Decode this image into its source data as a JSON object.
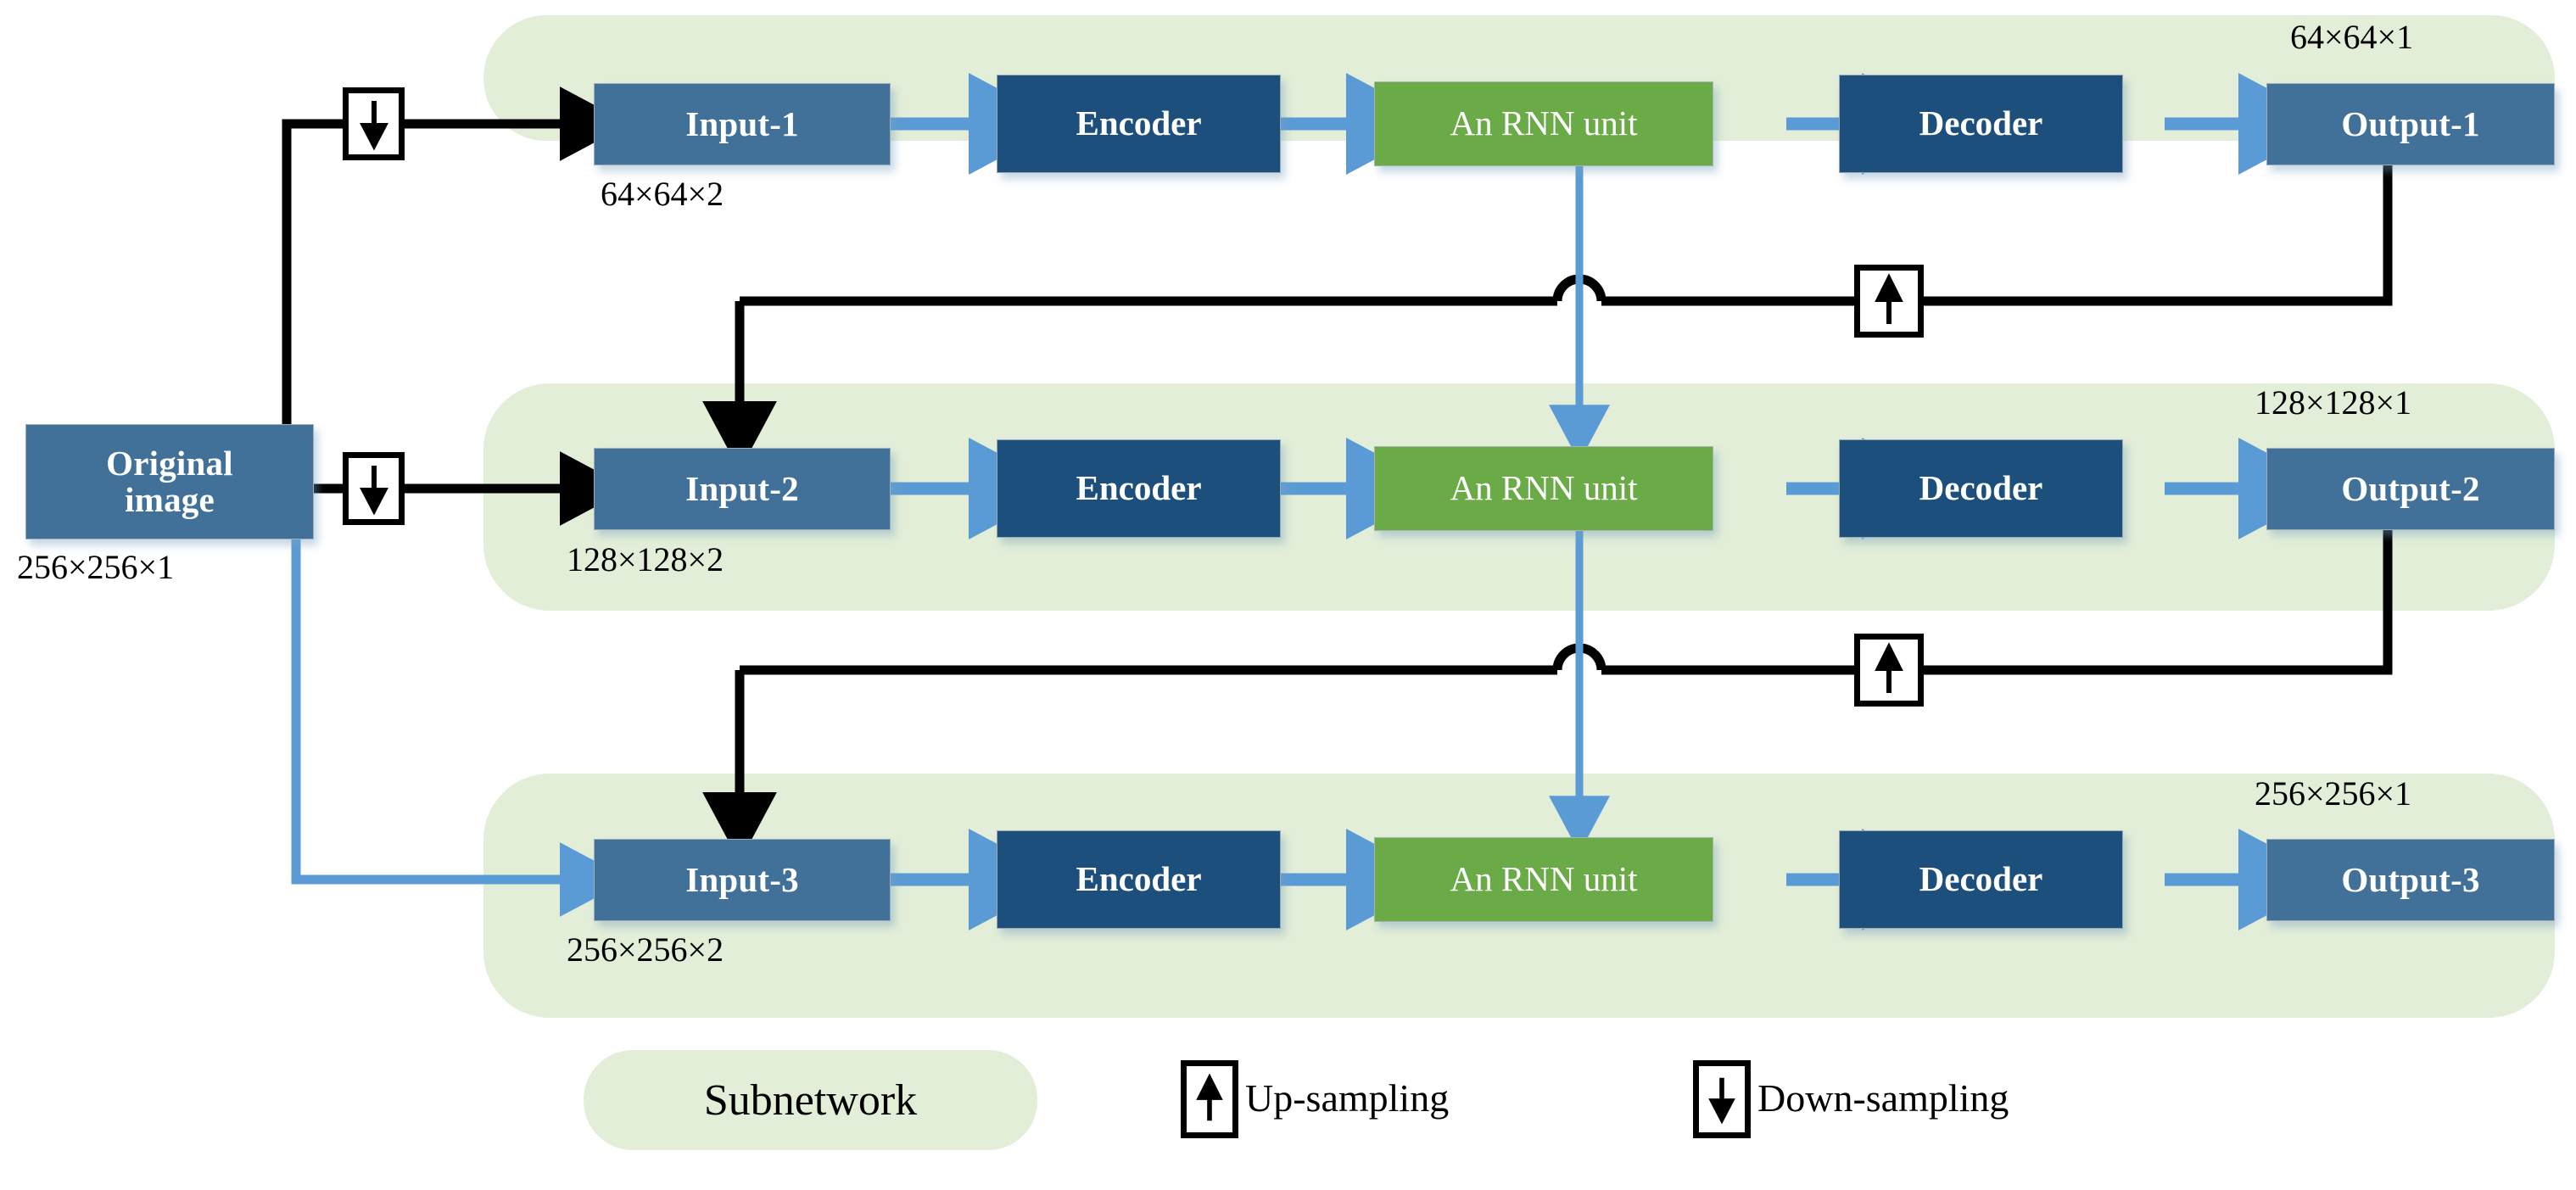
{
  "diagram": {
    "title": "Multi-scale recurrent subnetwork architecture",
    "colors": {
      "subnetwork_panel": "#e3eed8",
      "io_box": "#417099",
      "encoder_decoder_box": "#1d4f7c",
      "rnn_box": "#6aab47",
      "blue_arrow": "#5b9bd5",
      "black_arrow": "#000000",
      "box_text": "#ffffff",
      "caption_text": "#000000"
    }
  },
  "source": {
    "label": "Original\nimage",
    "line1": "Original",
    "line2": "image",
    "dim": "256×256×1"
  },
  "rows": [
    {
      "id": "subnetwork-1",
      "input": {
        "label": "Input-1",
        "dim": "64×64×2"
      },
      "encoder": {
        "label": "Encoder"
      },
      "rnn": {
        "label": "An RNN unit"
      },
      "decoder": {
        "label": "Decoder"
      },
      "output": {
        "label": "Output-1",
        "dim": "64×64×1"
      }
    },
    {
      "id": "subnetwork-2",
      "input": {
        "label": "Input-2",
        "dim": "128×128×2"
      },
      "encoder": {
        "label": "Encoder"
      },
      "rnn": {
        "label": "An RNN unit"
      },
      "decoder": {
        "label": "Decoder"
      },
      "output": {
        "label": "Output-2",
        "dim": "128×128×1"
      }
    },
    {
      "id": "subnetwork-3",
      "input": {
        "label": "Input-3",
        "dim": "256×256×2"
      },
      "encoder": {
        "label": "Encoder"
      },
      "rnn": {
        "label": "An RNN unit"
      },
      "decoder": {
        "label": "Decoder"
      },
      "output": {
        "label": "Output-3",
        "dim": "256×256×1"
      }
    }
  ],
  "samplers": {
    "down_1": {
      "icon": "down-arrow-icon",
      "kind": "down-sampling"
    },
    "down_2": {
      "icon": "down-arrow-icon",
      "kind": "down-sampling"
    },
    "up_1": {
      "icon": "up-arrow-icon",
      "kind": "up-sampling"
    },
    "up_2": {
      "icon": "up-arrow-icon",
      "kind": "up-sampling"
    }
  },
  "legend": {
    "subnetwork": "Subnetwork",
    "up_sampling": "Up-sampling",
    "down_sampling": "Down-sampling"
  }
}
